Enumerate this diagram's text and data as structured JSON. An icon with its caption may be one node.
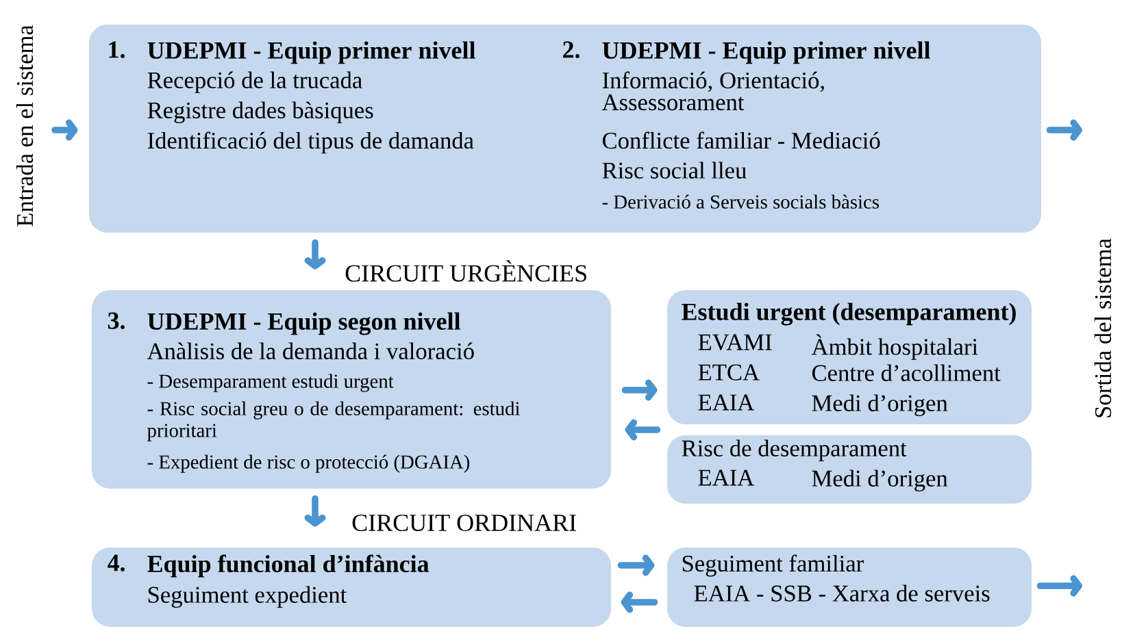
{
  "diagram": {
    "nodes": [
      {
        "text": [
          "1.",
          "UDEPMI - Equip primer nivell",
          "Recepció de la trucada",
          "Registre dades bàsiques",
          "Identificació del tipus de damanda",
          "2.",
          "UDEPMI - Equip primer nivell",
          "Informació, Orientació, Assessorament",
          "Conflicte familiar - Mediació",
          "Risc social lleu",
          "- Derivació a Serveis socials bàsics"
        ]
      },
      {
        "text": [
          "3.",
          "UDEPMI - Equip segon nivell",
          "Anàlisis de la demanda i valoració",
          "- Desemparament estudi urgent",
          "- Risc social greu o de desemparament: estudi prioritari",
          "- Expedient de risc o protecció (DGAIA)"
        ]
      },
      {
        "text": [
          "Estudi urgent (desemparament)",
          "EVAMI",
          "Àmbit hospitalari",
          "ETCA",
          "Centre d’acolliment",
          "EAIA",
          "Medi d’origen"
        ]
      },
      {
        "text": [
          "Risc de desemparament",
          "EAIA",
          "Medi d’origen"
        ]
      },
      {
        "text": [
          "4.",
          "Equip funcional d’infància",
          "Seguiment expedient"
        ]
      },
      {
        "text": [
          "Seguiment familiar",
          "EAIA - SSB - Xarxa de serveis"
        ]
      },
      {
        "text": [
          "Entrada en el sistema"
        ]
      }
    ],
    "edges": [
      {
        "from": 6,
        "to": 0,
        "arrow": "to"
      },
      {
        "from": 0,
        "to": null,
        "arrow": "to"
      },
      {
        "from": 0,
        "to": 1,
        "arrow": "to",
        "label": "CIRCUIT URGÈNCIES"
      },
      {
        "from": 1,
        "to": 2,
        "arrow": "to"
      },
      {
        "from": 3,
        "to": 1,
        "arrow": "to"
      },
      {
        "from": 1,
        "to": 4,
        "arrow": "to",
        "label": "CIRCUIT ORDINARI"
      },
      {
        "from": 4,
        "to": 5,
        "arrow": "to"
      },
      {
        "from": 5,
        "to": 4,
        "arrow": "to"
      },
      {
        "from": 5,
        "to": null,
        "arrow": "to"
      }
    ],
    "labels": [
      "Sortida del sistema"
    ]
  }
}
